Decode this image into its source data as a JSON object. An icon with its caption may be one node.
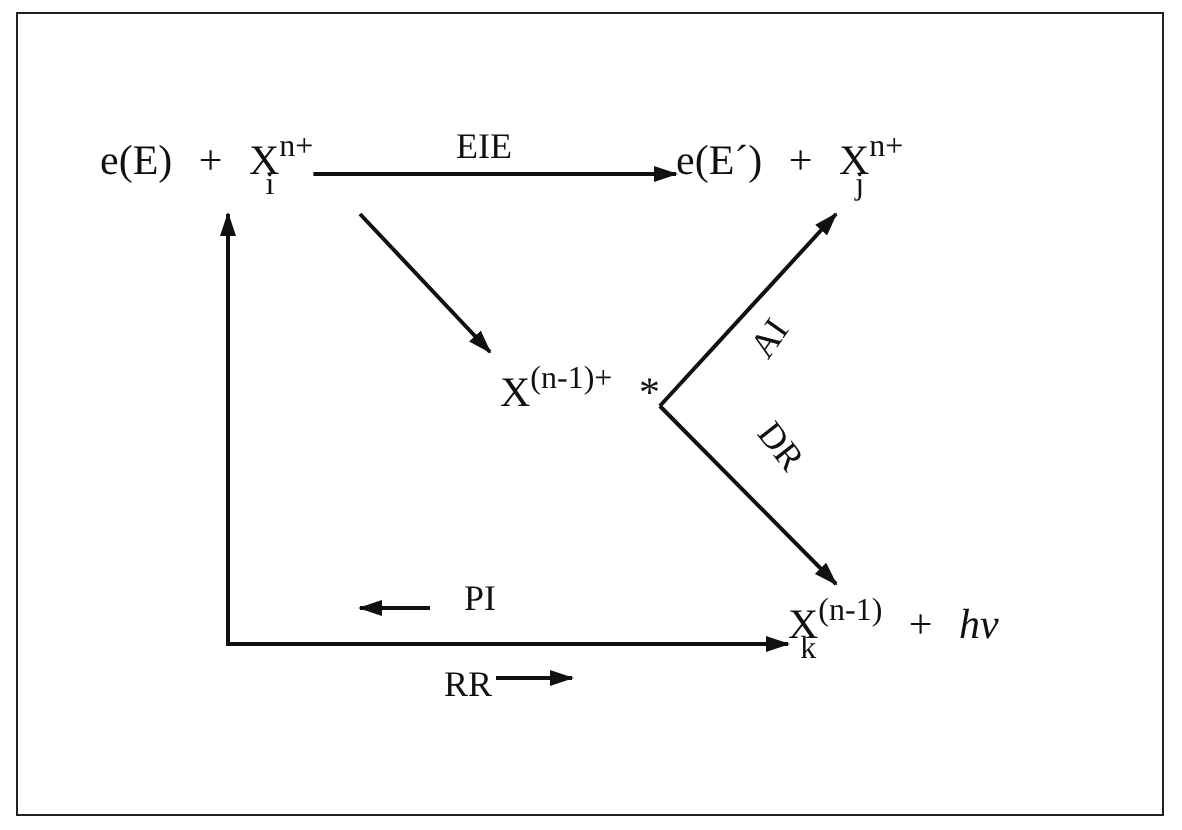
{
  "diagram": {
    "nodes": [
      {
        "text": [
          "e(E) + X$^{n+}$$_{i}$"
        ]
      },
      {
        "text": [
          "e(E´) + X$^{n+}$$_{j}$"
        ]
      },
      {
        "text": [
          "X$^{(n-1)+}$ *"
        ]
      },
      {
        "text": [
          "X$^{(n-1)}$$_{k}$ + *hν*"
        ]
      }
    ],
    "edges": [
      {
        "from": 0,
        "to": 1,
        "arrow": "to",
        "label": "EIE"
      },
      {
        "from": 0,
        "to": 2,
        "arrow": "to"
      },
      {
        "from": 2,
        "to": 1,
        "arrow": "to",
        "label": "AI"
      },
      {
        "from": 2,
        "to": 3,
        "arrow": "to",
        "label": "DR"
      },
      {
        "from": 3,
        "to": 0,
        "arrow": "to",
        "label": "PI"
      },
      {
        "from": 0,
        "to": 3,
        "arrow": "to",
        "label": "RR"
      }
    ]
  }
}
